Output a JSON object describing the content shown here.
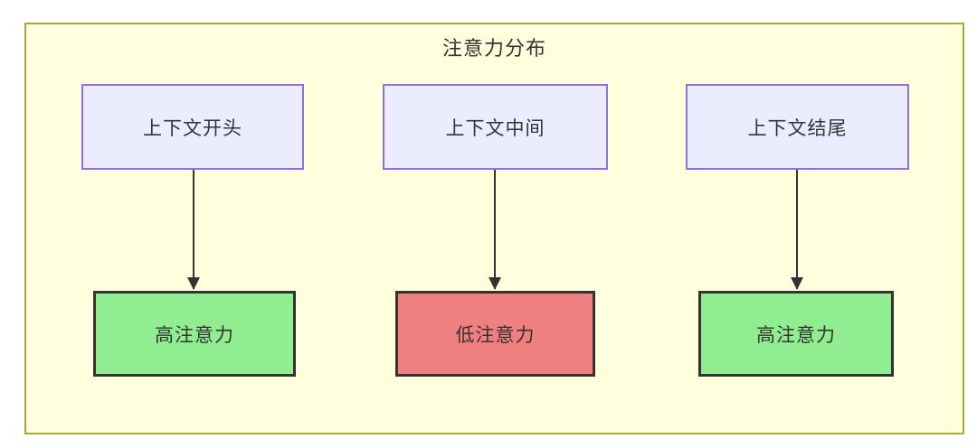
{
  "diagram": {
    "title": "注意力分布",
    "type": "flowchart",
    "colors": {
      "page_bg": "#ffffff",
      "container_bg": "#ffffde",
      "container_border": "#aaaa33",
      "source_node_bg": "#ececff",
      "source_node_border": "#9370db",
      "high_attention_bg": "#90ee90",
      "low_attention_bg": "#f08080",
      "result_node_border": "#333333",
      "arrow_color": "#333333",
      "text_color": "#333333"
    },
    "nodes": {
      "sources": [
        {
          "label": "上下文开头"
        },
        {
          "label": "上下文中间"
        },
        {
          "label": "上下文结尾"
        }
      ],
      "results": [
        {
          "label": "高注意力",
          "level": "high"
        },
        {
          "label": "低注意力",
          "level": "low"
        },
        {
          "label": "高注意力",
          "level": "high"
        }
      ]
    },
    "edges": [
      {
        "from": "上下文开头",
        "to": "高注意力"
      },
      {
        "from": "上下文中间",
        "to": "低注意力"
      },
      {
        "from": "上下文结尾",
        "to": "高注意力"
      }
    ]
  }
}
